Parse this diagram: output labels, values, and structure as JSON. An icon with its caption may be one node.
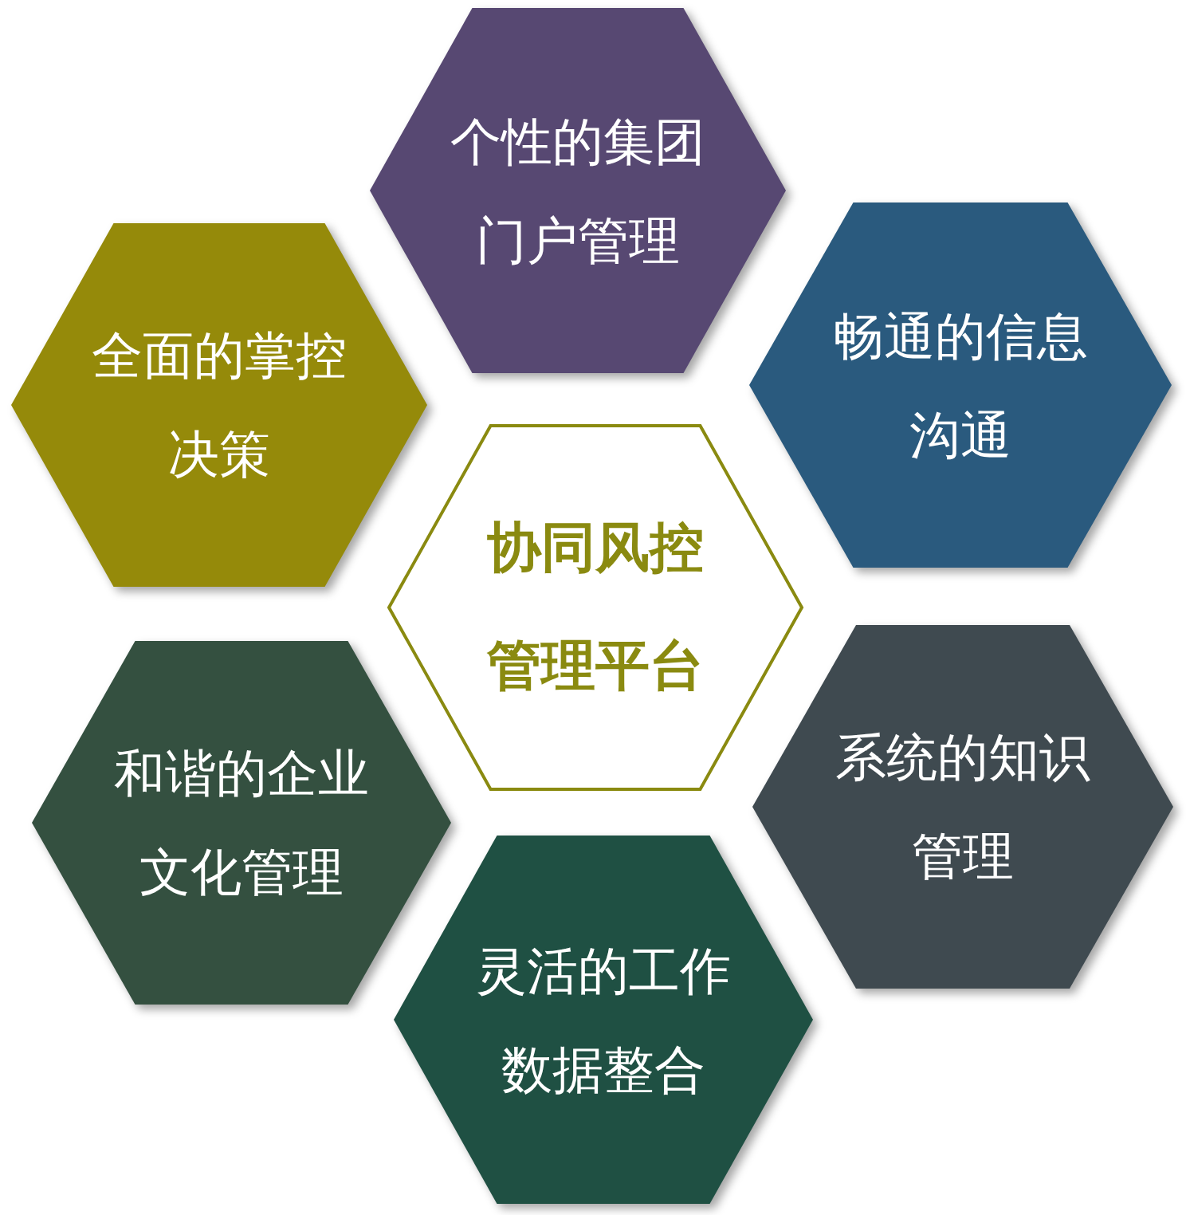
{
  "diagram": {
    "nodes": [
      {
        "text": [
          "协同风控管理平台"
        ]
      },
      {
        "text": [
          "个性的集团门户管理"
        ]
      },
      {
        "text": [
          "全面的掌控决策"
        ]
      },
      {
        "text": [
          "畅通的信息沟通"
        ]
      },
      {
        "text": [
          "和谐的企业文化管理"
        ]
      },
      {
        "text": [
          "系统的知识管理"
        ]
      },
      {
        "text": [
          "灵活的工作数据整合"
        ]
      }
    ]
  }
}
